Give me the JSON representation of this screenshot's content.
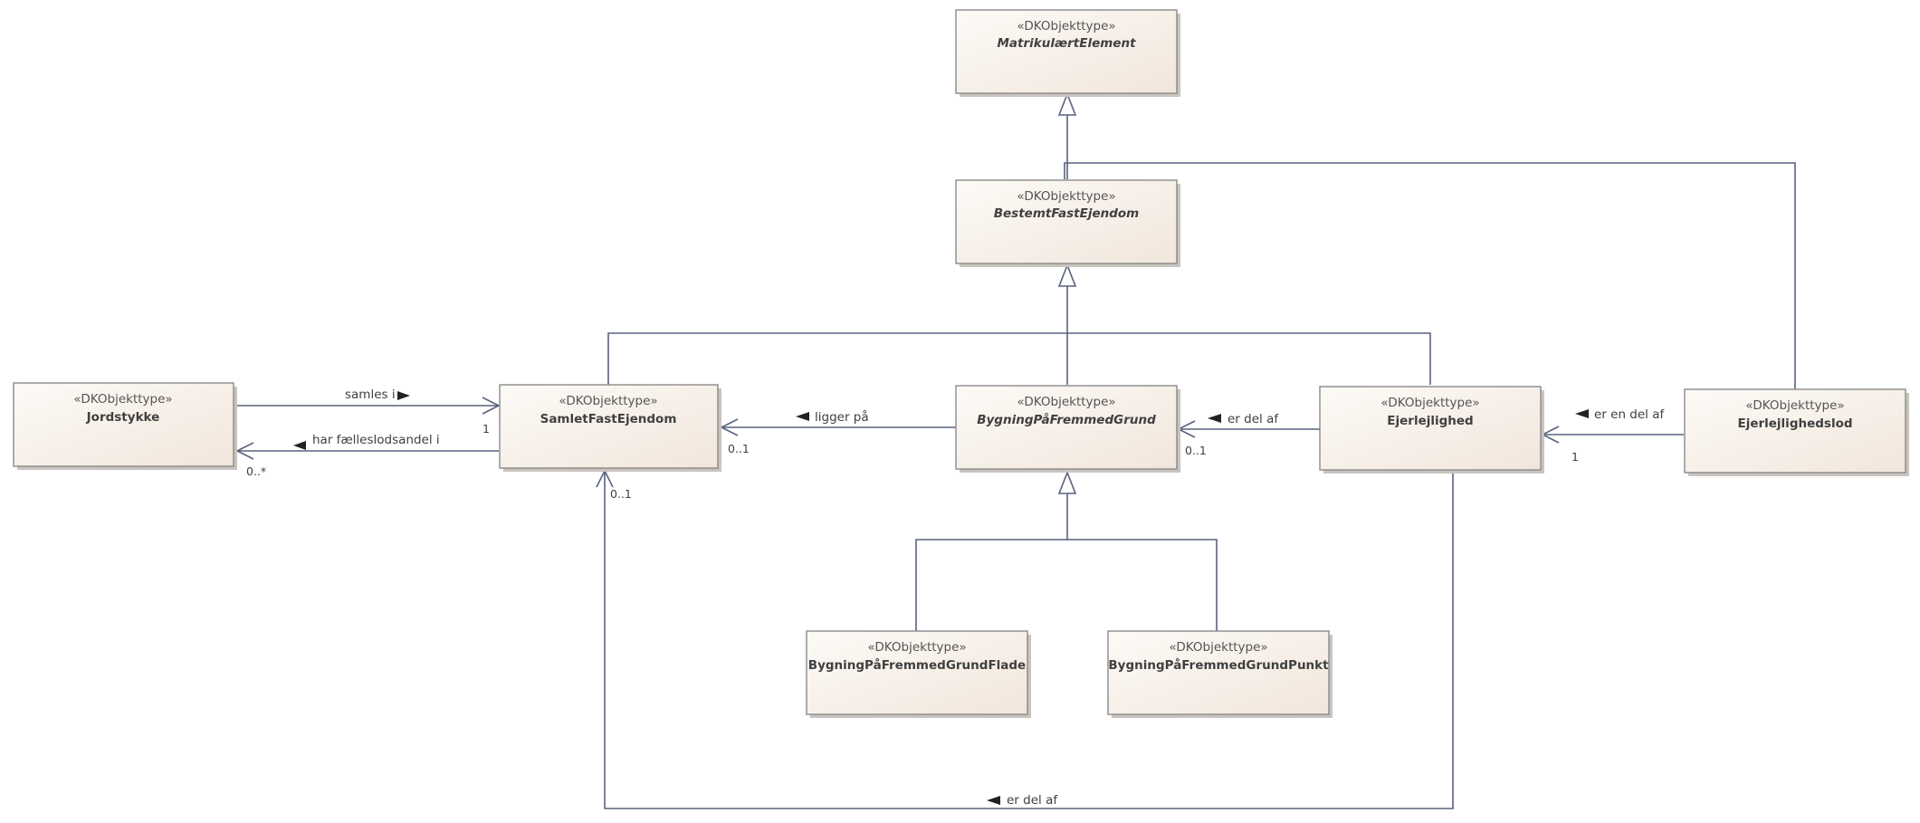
{
  "classes": {
    "matrikulaert": {
      "stereotype": "«DKObjekttype»",
      "name": "MatrikulærtElement"
    },
    "bestemt": {
      "stereotype": "«DKObjekttype»",
      "name": "BestemtFastEjendom"
    },
    "jordstykke": {
      "stereotype": "«DKObjekttype»",
      "name": "Jordstykke"
    },
    "samlet": {
      "stereotype": "«DKObjekttype»",
      "name": "SamletFastEjendom"
    },
    "bygning": {
      "stereotype": "«DKObjekttype»",
      "name": "BygningPåFremmedGrund"
    },
    "ejerlejlighed": {
      "stereotype": "«DKObjekttype»",
      "name": "Ejerlejlighed"
    },
    "ejerlejlighedslod": {
      "stereotype": "«DKObjekttype»",
      "name": "Ejerlejlighedslod"
    },
    "flade": {
      "stereotype": "«DKObjekttype»",
      "name": "BygningPåFremmedGrundFlade"
    },
    "punkt": {
      "stereotype": "«DKObjekttype»",
      "name": "BygningPåFremmedGrundPunkt"
    }
  },
  "associations": {
    "samles_i": {
      "label": "samles i",
      "multiplicity": "1"
    },
    "har_faelleslodsandel": {
      "label": "har fælleslodsandel i",
      "multiplicity": "0..*"
    },
    "ligger_paa": {
      "label": "ligger på",
      "multiplicity": "0..1"
    },
    "er_del_af_bygning": {
      "label": "er del af",
      "multiplicity": "0..1"
    },
    "er_en_del_af": {
      "label": "er en del af",
      "multiplicity": "1"
    },
    "er_del_af_samlet": {
      "label": "er del af",
      "multiplicity": "0..1"
    }
  }
}
